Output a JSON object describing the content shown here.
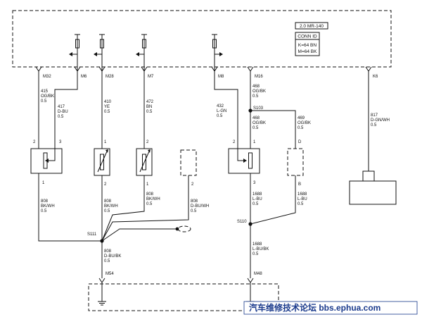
{
  "module": {
    "code": "2.0 MR-140",
    "conn_id_label": "CONN ID",
    "conn_variants": [
      "K=64 BN",
      "M=64 BK"
    ]
  },
  "connectors": {
    "m32": "M32",
    "m6": "M6",
    "m28": "M28",
    "m7": "M7",
    "m8": "M8",
    "m16": "M16",
    "k6": "K6",
    "m54": "M54",
    "m48": "M48"
  },
  "splices": {
    "s103": "S103",
    "s111": "S111",
    "s110": "S110"
  },
  "wires": {
    "w415": [
      "415",
      "OG/BK",
      "0.5"
    ],
    "w417": [
      "417",
      "D-BU",
      "0.5"
    ],
    "w410": [
      "410",
      "YE",
      "0.5"
    ],
    "w472": [
      "472",
      "BN",
      "0.5"
    ],
    "w432": [
      "432",
      "L-GN",
      "0.5"
    ],
    "w468a": [
      "468",
      "OG/BK",
      "0.5"
    ],
    "w468b": [
      "468",
      "OG/BK",
      "0.5"
    ],
    "w469": [
      "469",
      "OG/BK",
      "0.5"
    ],
    "w817": [
      "817",
      "D-GN/WH",
      "0.5"
    ],
    "w808a": [
      "808",
      "BK/WH",
      "0.5"
    ],
    "w808b": [
      "808",
      "BK/WH",
      "0.5"
    ],
    "w808c": [
      "808",
      "BK/WH",
      "0.5"
    ],
    "w808d": [
      "808",
      "D-BU/WH",
      "0.5"
    ],
    "w808e": [
      "808",
      "D-BU/BK",
      "0.5"
    ],
    "w1688a": [
      "1688",
      "L-BU",
      "0.5"
    ],
    "w1688b": [
      "1688",
      "L-BU",
      "0.5"
    ],
    "w1688c": [
      "1688",
      "L-BU/BK",
      "0.5"
    ]
  },
  "pins": {
    "s1_2": "2",
    "s1_3": "3",
    "s1_1": "1",
    "s2_1": "1",
    "s2_2": "2",
    "s3_2": "2",
    "s3_1": "1",
    "s4_2": "2",
    "s5_2": "2",
    "s5_1": "1",
    "s5_3": "3",
    "s6_d": "D",
    "s6_b": "B"
  },
  "watermark": "汽车维修技术论坛 bbs.ephua.com"
}
